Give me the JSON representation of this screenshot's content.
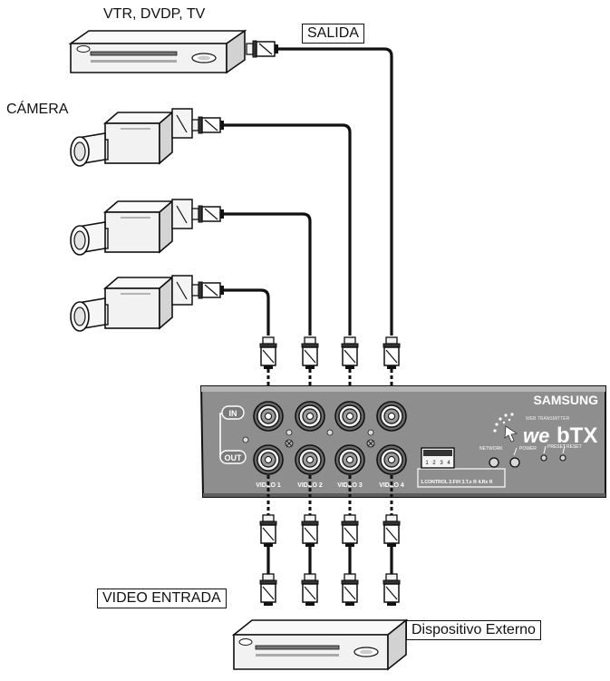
{
  "labels": {
    "source_devices": "VTR, DVDP, TV",
    "output": "SALIDA",
    "camera": "CÁMERA",
    "video_input": "VIDEO ENTRADA",
    "external_device": "Dispositivo Externo"
  },
  "panel": {
    "brand": "SAMSUNG",
    "product_sub": "WEB TRANSMITTER",
    "product_we": "we",
    "product_btx": "bTX",
    "in_label": "IN",
    "out_label": "OUT",
    "video_labels": [
      "VIDEO 1",
      "VIDEO 2",
      "VIDEO 3",
      "VIDEO 4"
    ],
    "terminal_label": "1.CONTROL  2.F/H  3.T.x R  4.Rx  R",
    "terminal_pins": [
      "1",
      "2",
      "3",
      "4"
    ],
    "network_label": "NETWORK",
    "power_label": "POWER",
    "preset_label": "PRESET",
    "reset_label": "RESET"
  },
  "colors": {
    "panel": "#8e8e8e",
    "panel_dark": "#5e5e5e",
    "line": "#111111",
    "device_fill": "#f4f4f4"
  }
}
